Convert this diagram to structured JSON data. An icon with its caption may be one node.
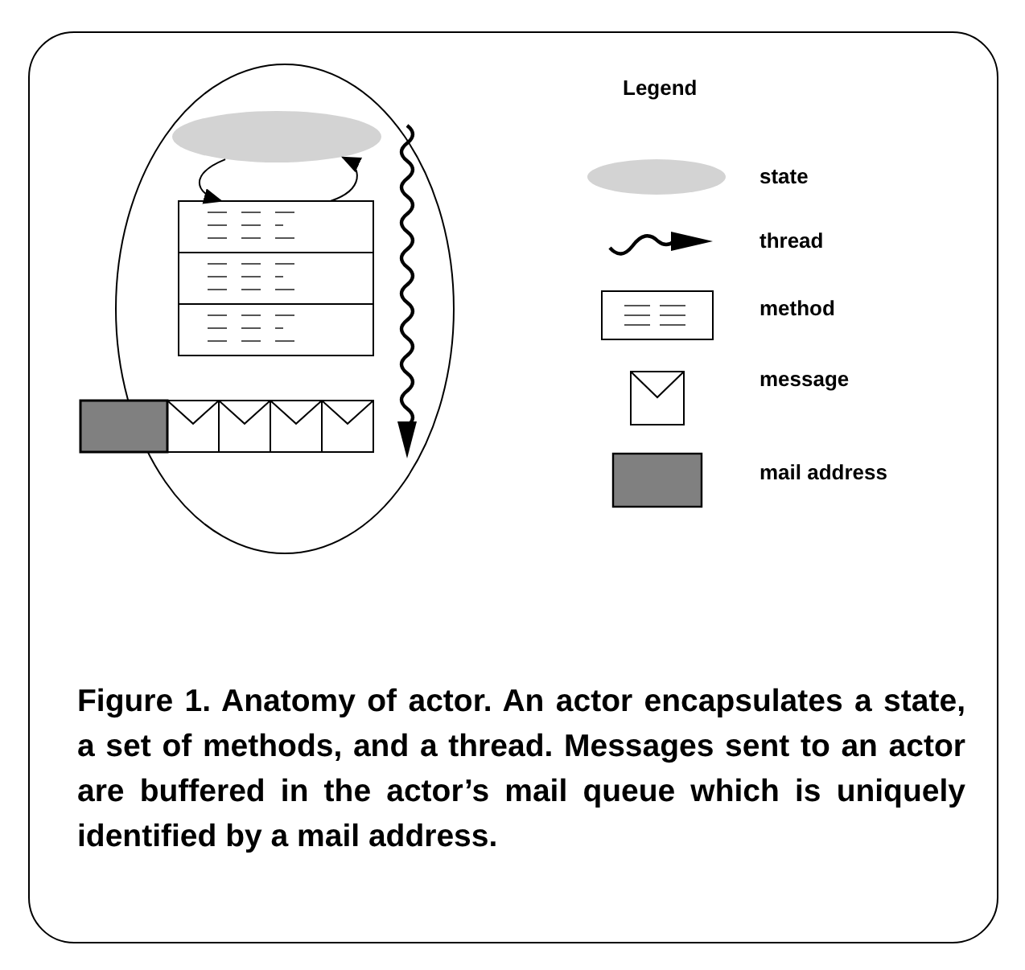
{
  "diagram": {
    "caption": "Figure 1. Anatomy of actor.  An actor encapsulates a state, a set of methods, and a thread.  Messages sent to an actor are buffered in the actor’s mail queue which is uniquely identified by a mail address.",
    "nodes": [
      {
        "text": [],
        "shape": "ellipse"
      },
      {
        "text": [],
        "shape": "ellipse",
        "in": 0
      },
      {
        "text": [],
        "shape": "box",
        "in": 0
      },
      {
        "text": [],
        "shape": "box",
        "in": 0
      },
      {
        "text": [],
        "shape": "box",
        "in": 0
      },
      {
        "text": [],
        "shape": "box"
      },
      {
        "text": [],
        "shape": "box",
        "in": 0
      },
      {
        "text": [],
        "shape": "box",
        "in": 0
      },
      {
        "text": [],
        "shape": "box",
        "in": 0
      },
      {
        "text": [],
        "shape": "box",
        "in": 0
      }
    ],
    "edges": [
      {
        "from": 1,
        "to": 2,
        "arrow": "to"
      },
      {
        "from": 2,
        "to": 1,
        "arrow": "to"
      }
    ],
    "labels": [
      "Legend"
    ],
    "legend": [
      {
        "text": "state"
      },
      {
        "text": "thread"
      },
      {
        "text": "method"
      },
      {
        "text": "message"
      },
      {
        "text": "mail address"
      }
    ]
  }
}
